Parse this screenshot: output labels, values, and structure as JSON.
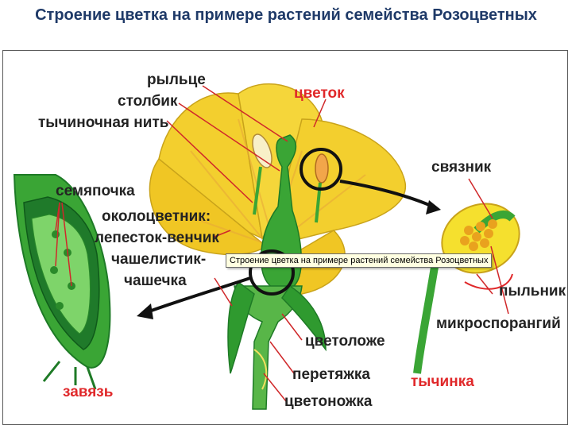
{
  "title": "Строение цветка на примере растений семейства Розоцветных",
  "tooltip": "Строение цветка на примере растений семейства Розоцветных",
  "labels": {
    "rylce": "рыльце",
    "stolbik": "столбик",
    "tychinochnaya_nit": "тычиночная нить",
    "cvetok": "цветок",
    "svyaznik": "связник",
    "semyapochka": "семяпочка",
    "okolocvetnik": "околоцветник:",
    "lepestok": "лепесток-венчик",
    "chashelistik": "чашелистик-",
    "chashechka": "чашечка",
    "pylnik": "пыльник",
    "mikrosporangiy": "микроспорангий",
    "cvetolozhe": "цветоложе",
    "peretyazhka": "перетяжка",
    "cvetonozhka": "цветоножка",
    "tychinka": "тычинка",
    "zavyaz": "завязь"
  },
  "colors": {
    "title": "#1f3a68",
    "label_dark": "#232323",
    "label_red": "#e0282a",
    "petal": "#f3cf2e",
    "green": "#3aa535",
    "green_dark": "#1e7a26"
  }
}
